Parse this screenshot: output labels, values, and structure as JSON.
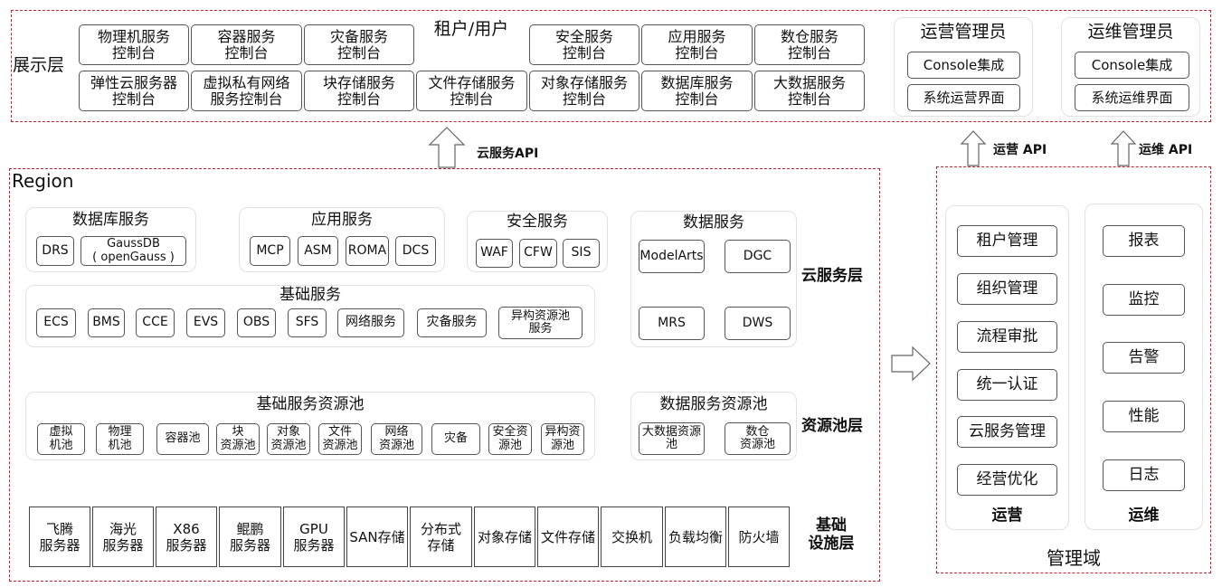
{
  "presentation": {
    "label": "展示层",
    "tenant_title": "租户/用户",
    "consoles": [
      "物理机服务\n控制台",
      "容器服务\n控制台",
      "灾备服务\n控制台",
      "安全服务\n控制台",
      "应用服务\n控制台",
      "数仓服务\n控制台",
      "弹性云服务器\n控制台",
      "虚拟私有网络\n服务控制台",
      "块存储服务\n控制台",
      "文件存储服务\n控制台",
      "对象存储服务\n控制台",
      "数据库服务\n控制台",
      "大数据服务\n控制台"
    ],
    "ops_admin": {
      "title": "运营管理员",
      "items": [
        "Console集成",
        "系统运营界面"
      ]
    },
    "om_admin": {
      "title": "运维管理员",
      "items": [
        "Console集成",
        "系统运维界面"
      ]
    }
  },
  "arrows": {
    "cloud_api": "云服务API",
    "ops_api": "运营 API",
    "om_api": "运维 API"
  },
  "region": {
    "label": "Region",
    "db_service": {
      "title": "数据库服务",
      "items": [
        "DRS",
        "GaussDB\n( openGauss )"
      ]
    },
    "app_service": {
      "title": "应用服务",
      "items": [
        "MCP",
        "ASM",
        "ROMA",
        "DCS"
      ]
    },
    "sec_service": {
      "title": "安全服务",
      "items": [
        "WAF",
        "CFW",
        "SIS"
      ]
    },
    "data_service": {
      "title": "数据服务",
      "items": [
        "ModelArts",
        "DGC",
        "MRS",
        "DWS"
      ]
    },
    "basic_service": {
      "title": "基础服务",
      "items": [
        "ECS",
        "BMS",
        "CCE",
        "EVS",
        "OBS",
        "SFS",
        "网络服务",
        "灾备服务",
        "异构资源池\n服务"
      ]
    },
    "cloud_layer": "云服务层",
    "basic_pool": {
      "title": "基础服务资源池",
      "items": [
        "虚拟\n机池",
        "物理\n机池",
        "容器池",
        "块\n资源池",
        "对象\n资源池",
        "文件\n资源池",
        "网络\n资源池",
        "灾备",
        "安全资\n源池",
        "异构资\n源池"
      ]
    },
    "data_pool": {
      "title": "数据服务资源池",
      "items": [
        "大数据资源\n池",
        "数仓\n资源池"
      ]
    },
    "pool_layer": "资源池层",
    "infra": [
      "飞腾\n服务器",
      "海光\n服务器",
      "X86\n服务器",
      "鲲鹏\n服务器",
      "GPU\n服务器",
      "SAN存储",
      "分布式\n存储",
      "对象存储",
      "文件存储",
      "交换机",
      "负载均衡",
      "防火墙"
    ],
    "infra_layer": "基础\n设施层"
  },
  "mgmt": {
    "label": "管理域",
    "ops": {
      "title": "运营",
      "items": [
        "租户管理",
        "组织管理",
        "流程审批",
        "统一认证",
        "云服务管理",
        "经营优化"
      ]
    },
    "om": {
      "title": "运维",
      "items": [
        "报表",
        "监控",
        "告警",
        "性能",
        "日志"
      ]
    }
  },
  "colors": {
    "border_dashed": "#c0242c",
    "box_border": "#555555",
    "group_border": "#e2e2e2"
  }
}
